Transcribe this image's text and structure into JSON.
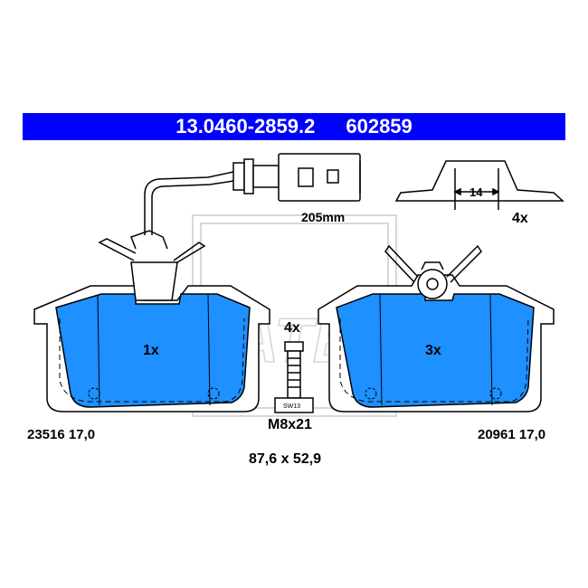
{
  "header": {
    "part_number": "13.0460-2859.2",
    "ref_number": "602859"
  },
  "sensor": {
    "wire_length": "205mm"
  },
  "clip": {
    "dimension": "14",
    "quantity": "4x"
  },
  "left_pad": {
    "quantity": "1x",
    "spec": "23516 17,0"
  },
  "right_pad": {
    "quantity": "3x",
    "spec": "20961 17,0"
  },
  "bolt": {
    "quantity": "4x",
    "wrench_label": "SW13",
    "thread": "M8x21"
  },
  "dimensions": "87,6 x 52,9",
  "watermark": "ATE",
  "colors": {
    "header": "#0000ff",
    "pad_fill": "#1e90ff",
    "outline": "#000000",
    "watermark": "#d8d8d8"
  }
}
